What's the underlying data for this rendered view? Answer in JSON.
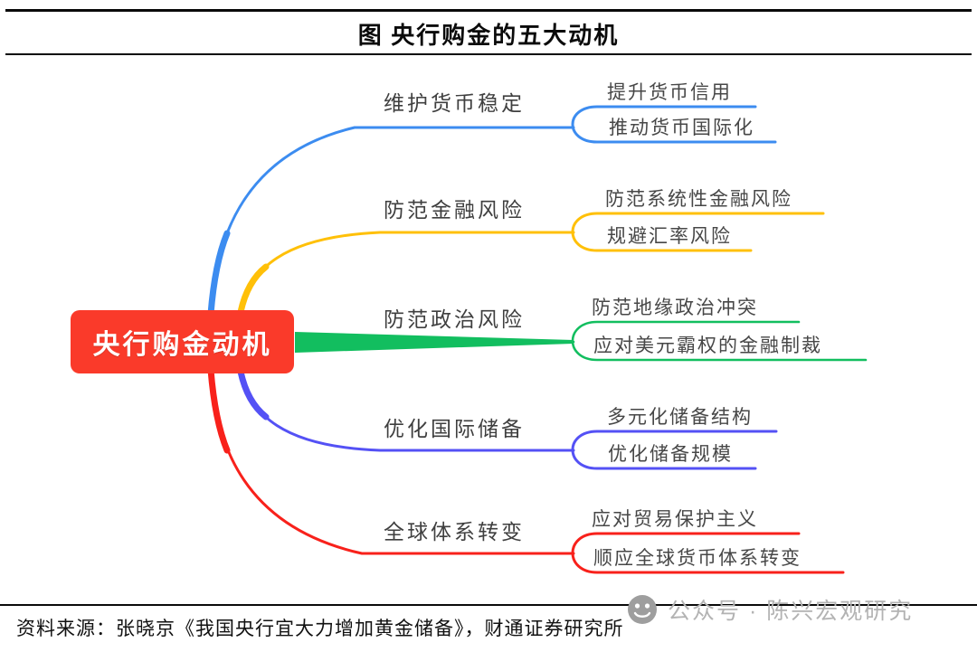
{
  "title": "图  央行购金的五大动机",
  "center": {
    "label": "央行购金动机",
    "color": "#fa3a2a"
  },
  "branches": [
    {
      "label": "维护货币稳定",
      "color": "#3c8cf0",
      "children": [
        "提升货币信用",
        "推动货币国际化"
      ]
    },
    {
      "label": "防范金融风险",
      "color": "#ffc008",
      "children": [
        "防范系统性金融风险",
        "规避汇率风险"
      ]
    },
    {
      "label": "防范政治风险",
      "color": "#12be5f",
      "children": [
        "防范地缘政治冲突",
        "应对美元霸权的金融制裁"
      ]
    },
    {
      "label": "优化国际储备",
      "color": "#5451f5",
      "children": [
        "多元化储备结构",
        "优化储备规模"
      ]
    },
    {
      "label": "全球体系转变",
      "color": "#f8211b",
      "children": [
        "应对贸易保护主义",
        "顺应全球货币体系转变"
      ]
    }
  ],
  "footer": {
    "source": "资料来源：张晓京《我国央行宜大力增加黄金储备》，财通证券研究所"
  },
  "watermark": {
    "text": "公众号 · 陈兴宏观研究"
  }
}
